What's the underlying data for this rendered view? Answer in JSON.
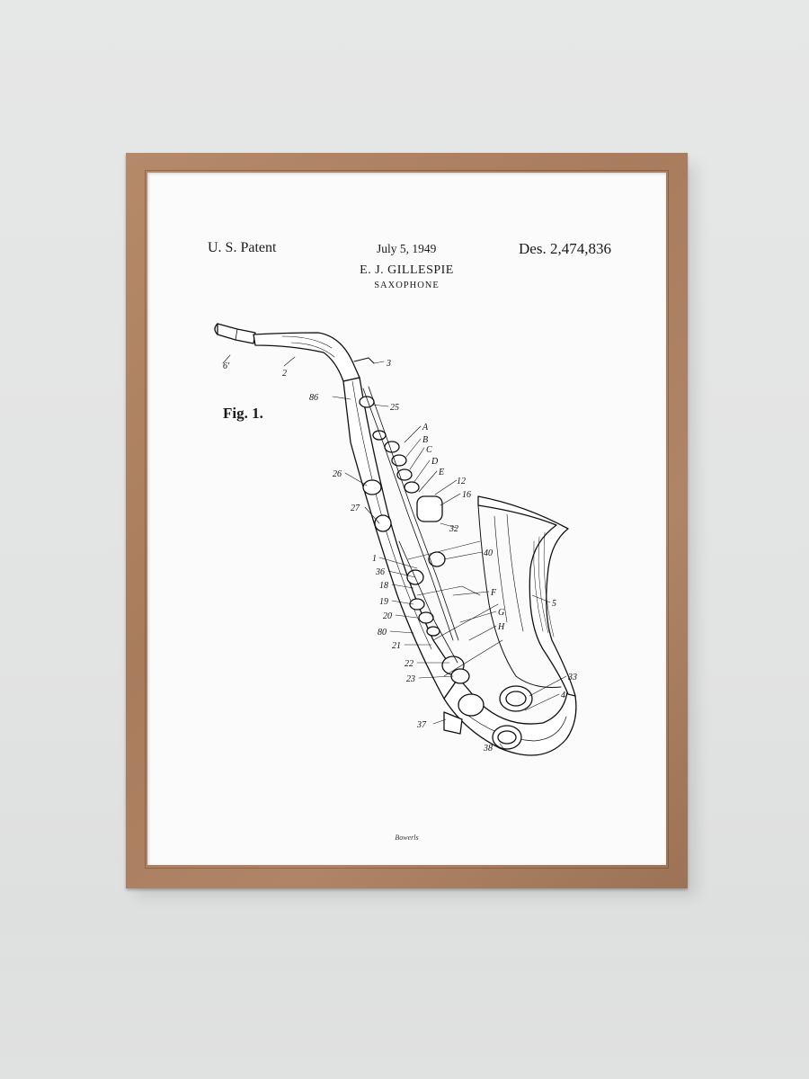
{
  "poster": {
    "patent_label": "U. S. Patent",
    "date": "July 5, 1949",
    "design_number": "Des. 2,474,836",
    "inventor": "E. J. GILLESPIE",
    "title": "SAXOPHONE",
    "figure_label": "Fig. 1.",
    "brand_mark": "Bowerls"
  },
  "callouts": [
    "6'",
    "2",
    "3",
    "25",
    "86",
    "A",
    "B",
    "C",
    "D",
    "E",
    "12",
    "16",
    "26",
    "27",
    "32",
    "40",
    "1",
    "36",
    "18",
    "F",
    "19",
    "G",
    "20",
    "H",
    "80",
    "21",
    "5",
    "22",
    "23",
    "33",
    "4",
    "37",
    "38"
  ],
  "colors": {
    "wall": "#e4e5e5",
    "frame_wood": "#a87c5d",
    "paper": "#fbfbfb",
    "ink": "#1a1a1a"
  }
}
